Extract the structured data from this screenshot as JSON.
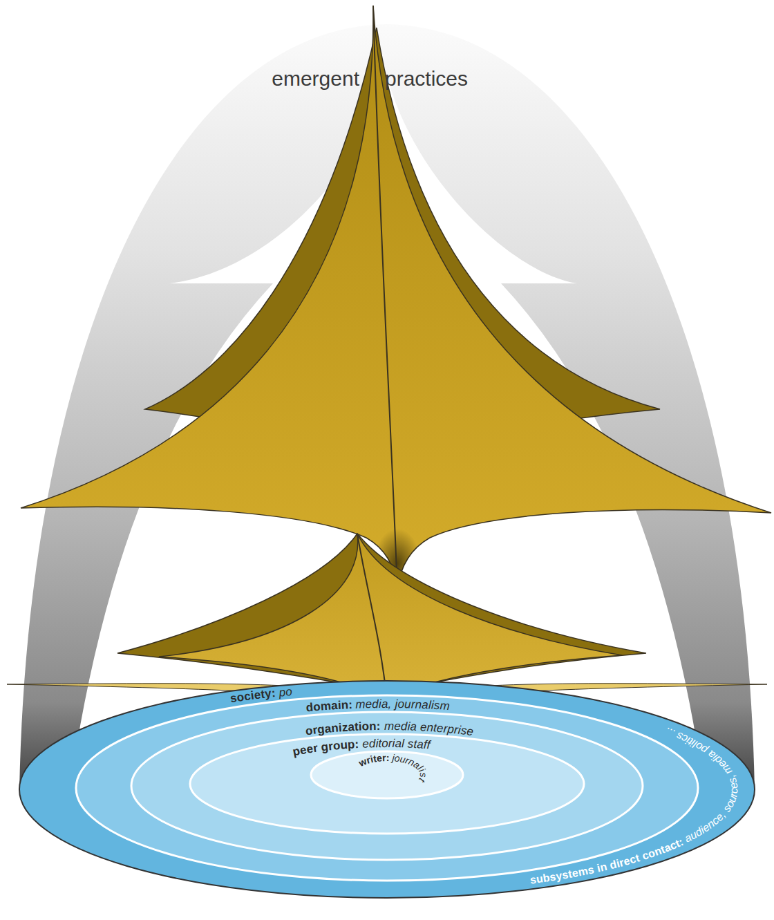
{
  "diagram": {
    "nodes": [
      {
        "text": [
          "society:",
          "po",
          "subsystems in direct contact:",
          "audience, sources, media politics ..."
        ]
      },
      {
        "text": [
          "domain:",
          "media, journalism"
        ],
        "in": 0
      },
      {
        "text": [
          "organization:",
          "media enterprise"
        ],
        "in": 1
      },
      {
        "text": [
          "peer group:",
          "editorial staff"
        ],
        "in": 2
      },
      {
        "text": [
          "writer:",
          "journalist"
        ],
        "in": 3
      }
    ],
    "labels": [
      "emergent",
      "practices"
    ]
  }
}
